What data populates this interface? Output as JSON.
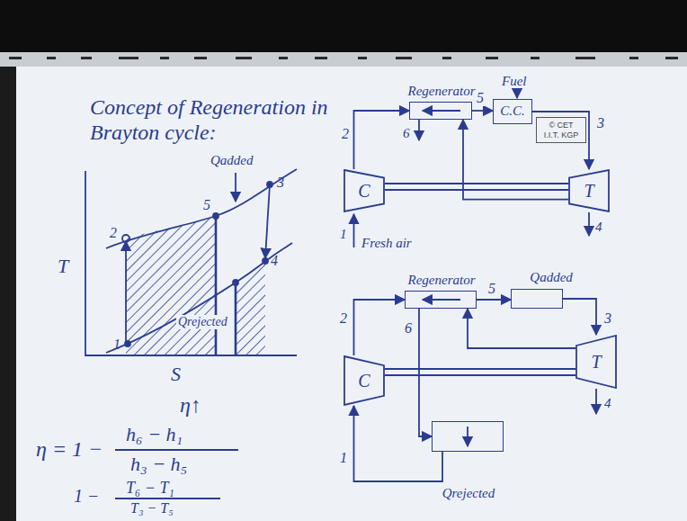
{
  "diagram": {
    "title": "Concept of Regeneration in Brayton cycle:",
    "nodes": [
      {
        "text": [
          "© CET I.I.T. KGP"
        ]
      },
      {
        "text": [
          "Regenerator"
        ]
      },
      {
        "text": [
          "C.C."
        ]
      },
      {
        "text": [
          "C"
        ]
      },
      {
        "text": [
          "T"
        ]
      },
      {
        "text": [
          "Regenerator"
        ]
      },
      {
        "text": [
          "Qadded"
        ]
      },
      {
        "text": [
          "C"
        ]
      },
      {
        "text": [
          "T"
        ]
      },
      {
        "text": [
          "Qrejected"
        ]
      }
    ],
    "edges": [
      {
        "from": 3,
        "to": 1,
        "arrow": "to",
        "label": "2"
      },
      {
        "from": 1,
        "to": 2,
        "arrow": "to",
        "label": "5"
      },
      {
        "from": 2,
        "to": 4,
        "arrow": "to",
        "label": "3"
      },
      {
        "from": 4,
        "to": 1,
        "arrow": "to"
      },
      {
        "from": 7,
        "to": 5,
        "arrow": "to",
        "label": "2"
      },
      {
        "from": 5,
        "to": 6,
        "arrow": "to",
        "label": "5"
      },
      {
        "from": 6,
        "to": 8,
        "arrow": "to",
        "label": "3"
      },
      {
        "from": 8,
        "to": 5,
        "arrow": "to"
      },
      {
        "from": 5,
        "to": 9,
        "arrow": "to",
        "label": "6"
      },
      {
        "from": 9,
        "to": 7,
        "arrow": "to",
        "label": "1"
      }
    ],
    "labels": [
      "T",
      "S",
      "2",
      "5",
      "3",
      "4",
      "1",
      "Qadded",
      "Qrejected",
      "η↑",
      "η = 1 −",
      "h₆ − h₁",
      "h₃ − h₅",
      "1 −",
      "T₆ − T₁",
      "T₃ − T₅",
      "Fuel",
      "6",
      "4",
      "1",
      "Fresh air",
      "4"
    ]
  }
}
